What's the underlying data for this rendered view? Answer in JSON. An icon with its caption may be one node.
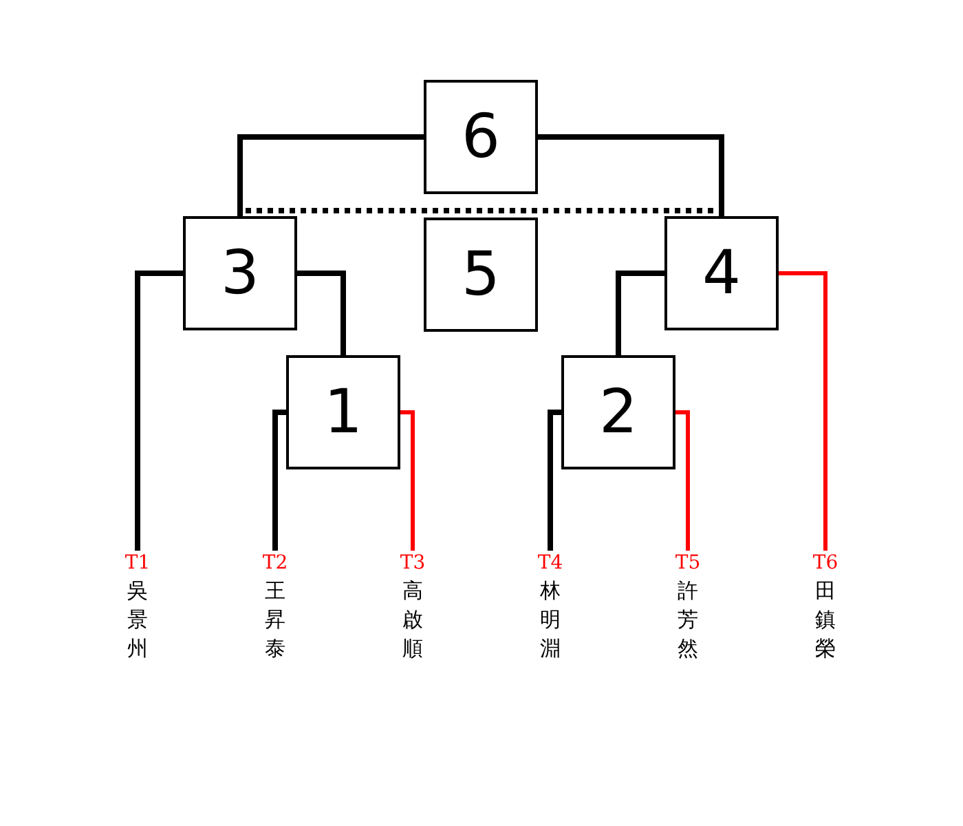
{
  "diagram": {
    "nodes": [
      {
        "text": [
          "6"
        ]
      },
      {
        "text": [
          "3"
        ]
      },
      {
        "text": [
          "5"
        ]
      },
      {
        "text": [
          "4"
        ]
      },
      {
        "text": [
          "1"
        ]
      },
      {
        "text": [
          "2"
        ]
      },
      {
        "text": [
          "T1",
          "吳景州"
        ]
      },
      {
        "text": [
          "T2",
          "王昇泰"
        ]
      },
      {
        "text": [
          "T3",
          "高啟順"
        ]
      },
      {
        "text": [
          "T4",
          "林明淵"
        ]
      },
      {
        "text": [
          "T5",
          "許芳然"
        ]
      },
      {
        "text": [
          "T6",
          "田鎮榮"
        ]
      }
    ],
    "edges": [
      {
        "from": 0,
        "to": 1,
        "arrow": "none"
      },
      {
        "from": 0,
        "to": 3,
        "arrow": "none"
      },
      {
        "from": 1,
        "to": 3,
        "arrow": "none",
        "style": "dashed"
      },
      {
        "from": 1,
        "to": 6,
        "arrow": "none"
      },
      {
        "from": 1,
        "to": 4,
        "arrow": "none"
      },
      {
        "from": 4,
        "to": 7,
        "arrow": "none"
      },
      {
        "from": 4,
        "to": 8,
        "arrow": "none",
        "color": "#ff0000"
      },
      {
        "from": 3,
        "to": 5,
        "arrow": "none"
      },
      {
        "from": 3,
        "to": 11,
        "arrow": "none",
        "color": "#ff0000"
      },
      {
        "from": 5,
        "to": 9,
        "arrow": "none"
      },
      {
        "from": 5,
        "to": 10,
        "arrow": "none",
        "color": "#ff0000"
      }
    ]
  }
}
